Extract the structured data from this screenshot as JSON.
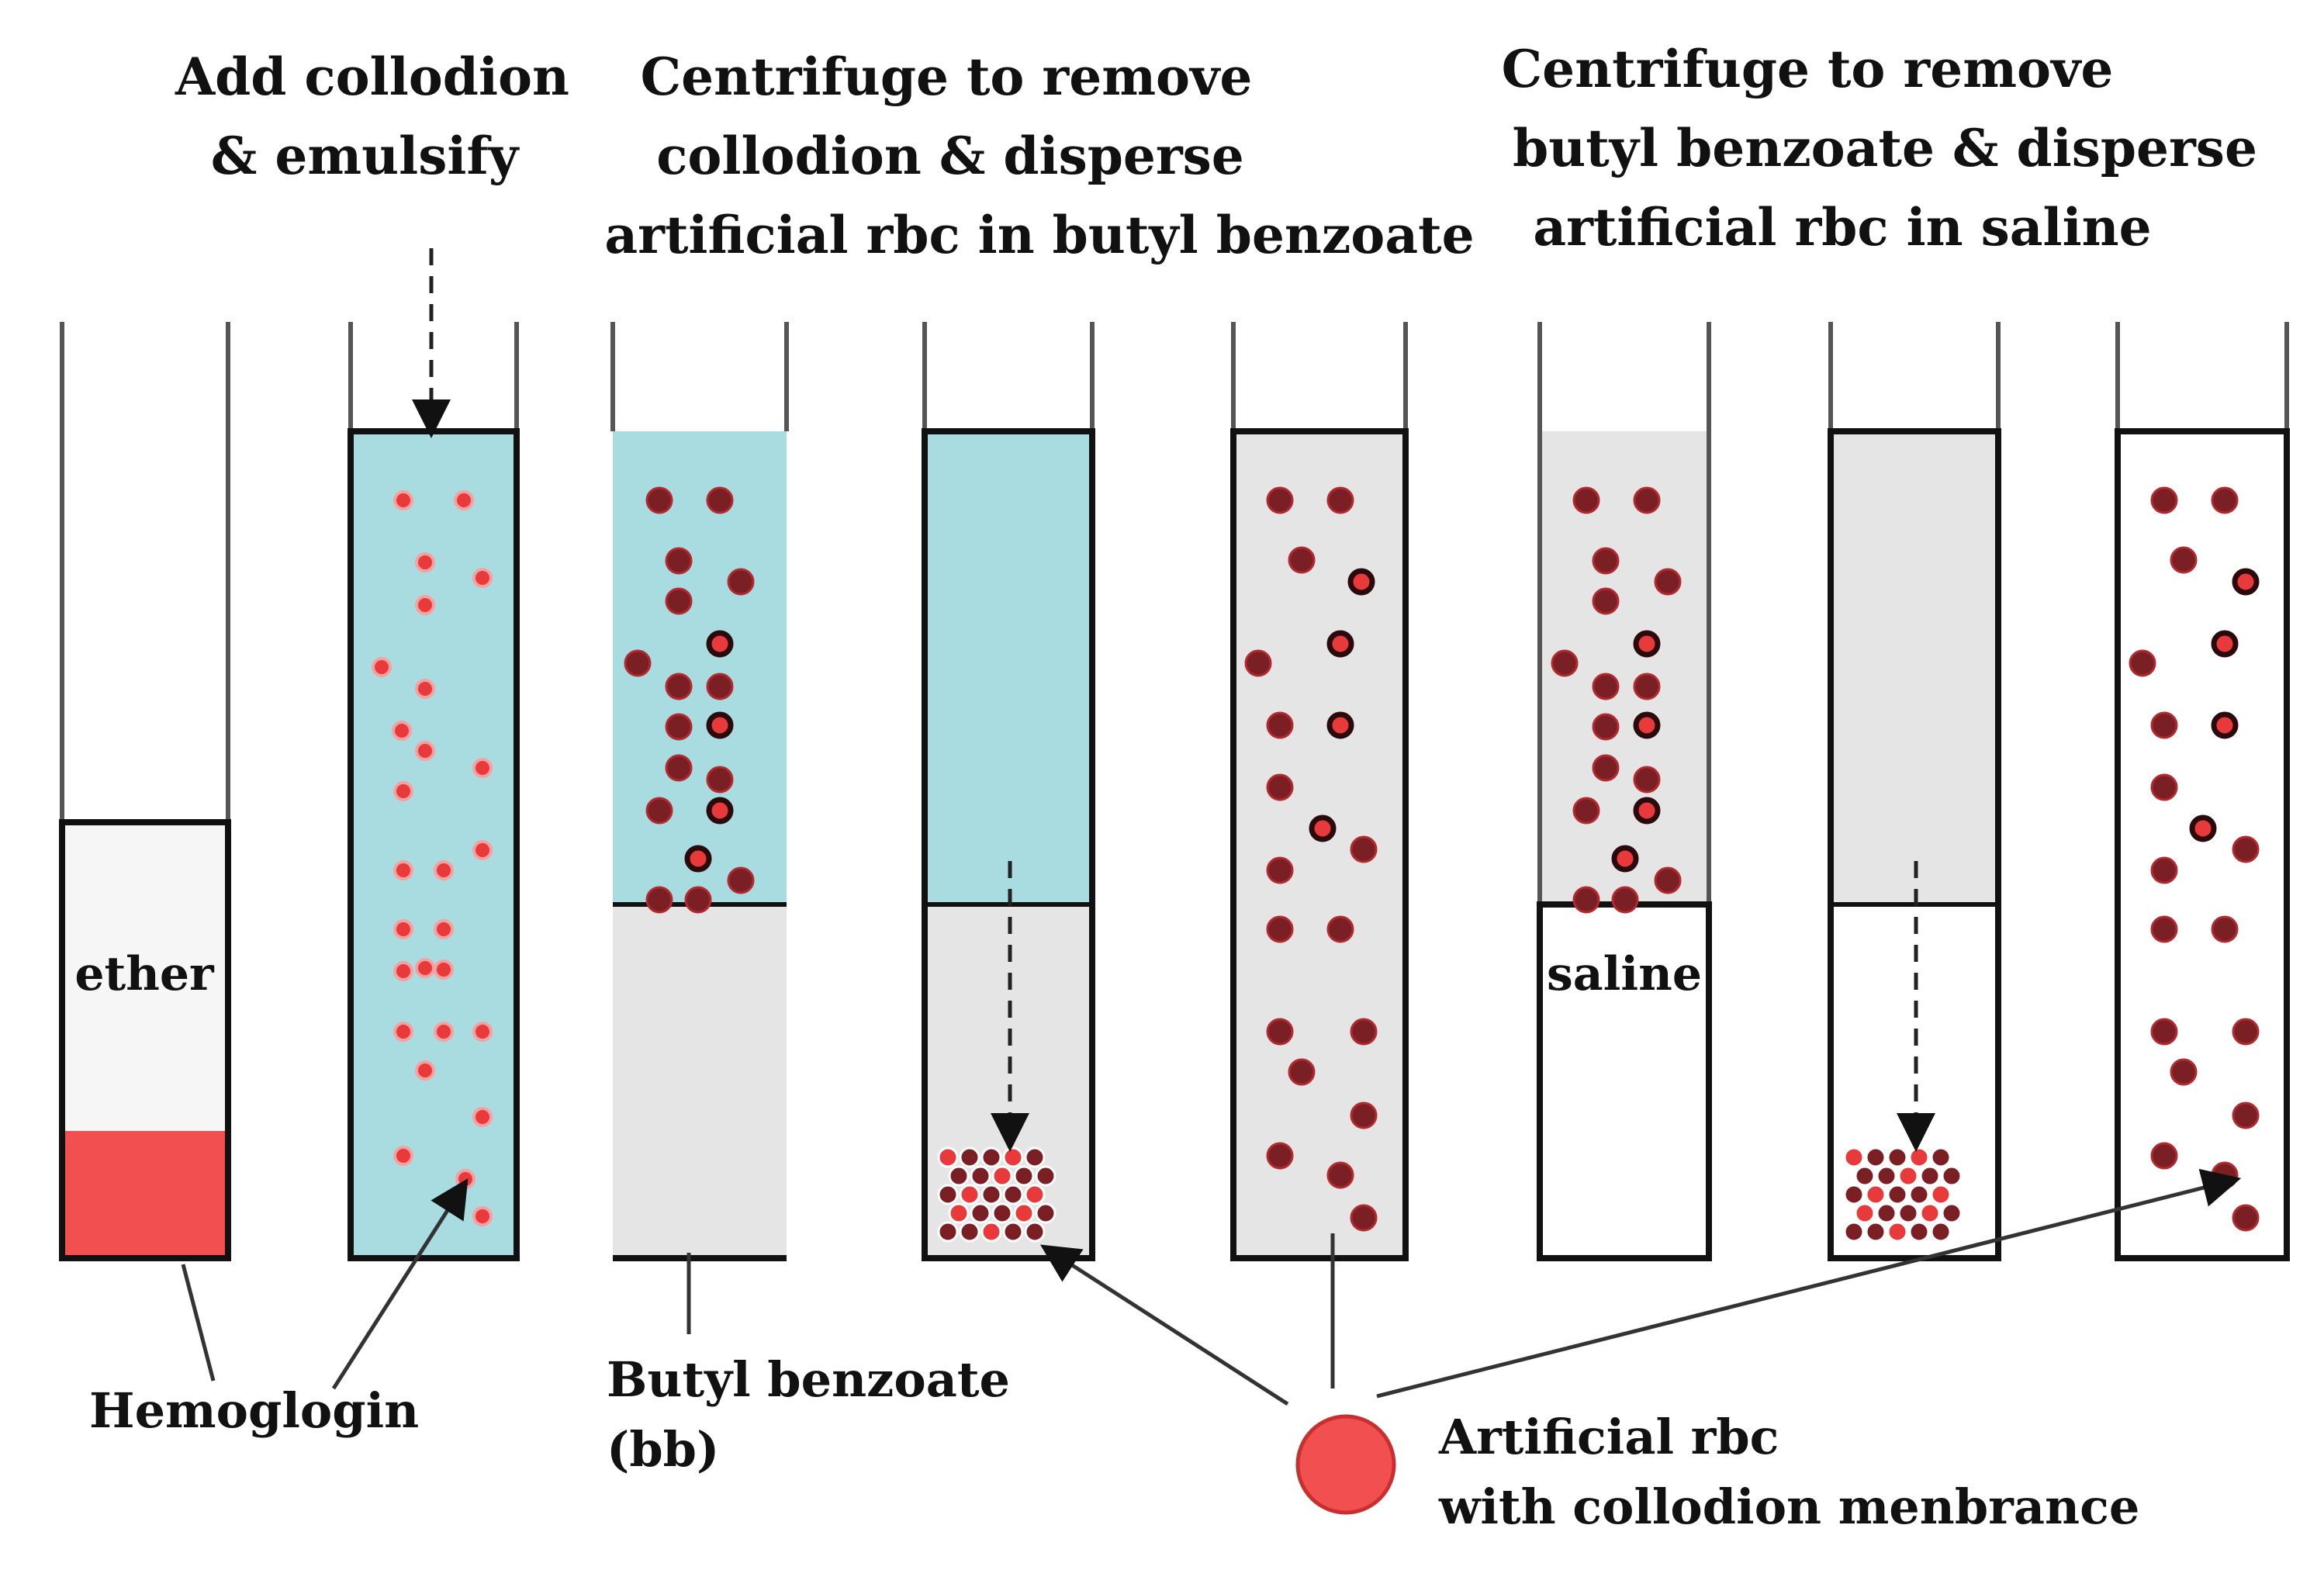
{
  "headers": {
    "step1_line1": "Add collodion",
    "step1_line2": "& emulsify",
    "step2_line1": "Centrifuge to remove",
    "step2_line2": "collodion & disperse",
    "step2_line3": "artificial rbc in butyl benzoate",
    "step3_line1": "Centrifuge to remove",
    "step3_line2": "butyl benzoate & disperse",
    "step3_line3": "artificial rbc in saline"
  },
  "labels": {
    "ether": "ether",
    "saline": "saline",
    "hemoglobin": "Hemoglogin",
    "butyl_line1": "Butyl benzoate",
    "butyl_line2": "(bb)",
    "rbc_line1": "Artificial rbc",
    "rbc_line2": "with collodion menbrance"
  },
  "colors": {
    "collodion": "#a9dce0",
    "butyl_benzoate": "#e5e5e5",
    "hemoglobin": "#f25050",
    "rbc_fill": "#e83a3a",
    "rbc_dark": "#7a1f24",
    "tube_outline": "#111111",
    "tube_wall": "#555555"
  },
  "tubes_count": 8
}
